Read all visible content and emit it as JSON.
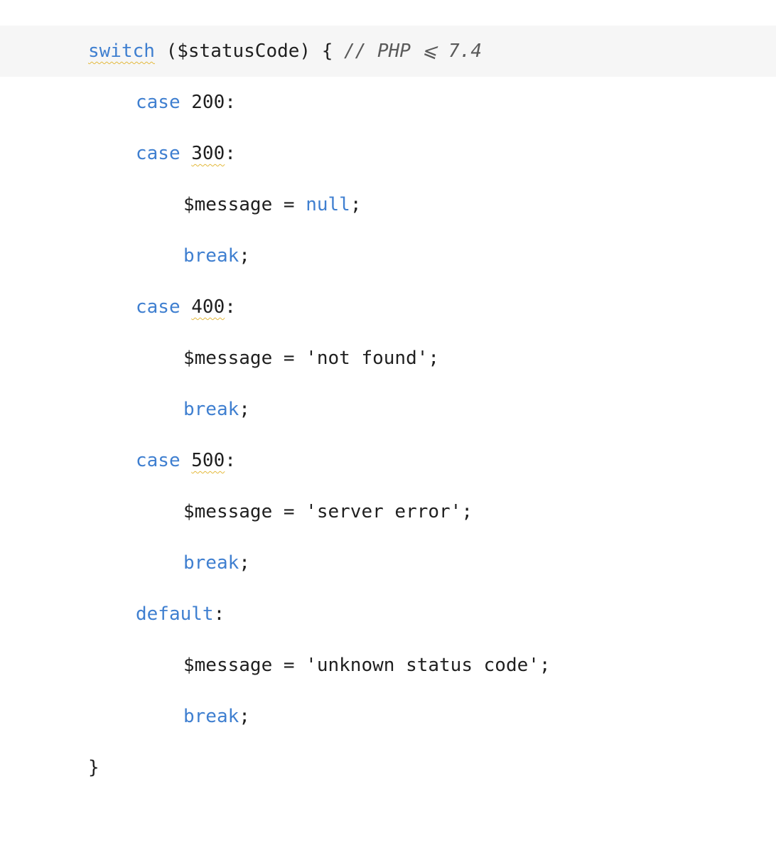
{
  "code": {
    "lines": [
      {
        "switch_kw": "switch",
        "subject": " ($statusCode) { ",
        "comment": "// PHP ⩽ 7.4"
      },
      {
        "case_kw": "case",
        "value_prefix": " ",
        "value": "200",
        "colon": ":"
      },
      {
        "case_kw": "case",
        "value_prefix": " ",
        "value": "300",
        "colon": ":"
      },
      {
        "var": "$message = ",
        "null_kw": "null",
        "end": ";"
      },
      {
        "break_kw": "break",
        "end": ";"
      },
      {
        "case_kw": "case",
        "value_prefix": " ",
        "value": "400",
        "colon": ":"
      },
      {
        "text": "$message = 'not found';"
      },
      {
        "break_kw": "break",
        "end": ";"
      },
      {
        "case_kw": "case",
        "value_prefix": " ",
        "value": "500",
        "colon": ":"
      },
      {
        "text": "$message = 'server error';"
      },
      {
        "break_kw": "break",
        "end": ";"
      },
      {
        "default_kw": "default",
        "colon": ":"
      },
      {
        "text": "$message = 'unknown status code';"
      },
      {
        "break_kw": "break",
        "end": ";"
      },
      {
        "text": "}"
      }
    ]
  },
  "colors": {
    "keyword": "#3f7fd0",
    "text": "#1f1f1f",
    "comment": "#5a5a5a",
    "current_line": "#f6f6f6",
    "warning_underline": "#e3b93c"
  }
}
